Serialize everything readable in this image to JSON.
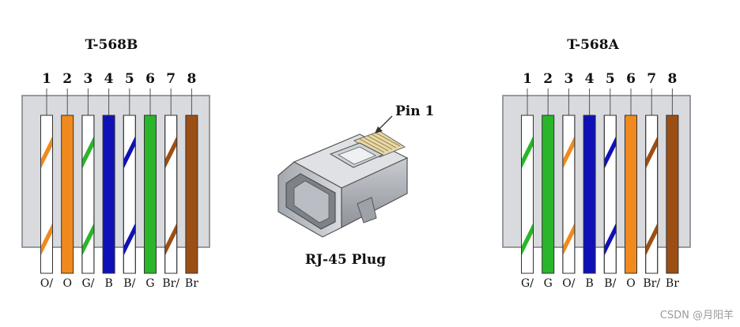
{
  "colors": {
    "orange": "#f08a1e",
    "green": "#2ab52a",
    "blue": "#1010b8",
    "brown": "#9c4f14",
    "panel": "#d9dade",
    "border": "#7c7f86"
  },
  "left": {
    "title": "T-568B",
    "pins": [
      {
        "number": "1",
        "label": "O/",
        "color": "orange",
        "striped": true
      },
      {
        "number": "2",
        "label": "O",
        "color": "orange",
        "striped": false
      },
      {
        "number": "3",
        "label": "G/",
        "color": "green",
        "striped": true
      },
      {
        "number": "4",
        "label": "B",
        "color": "blue",
        "striped": false
      },
      {
        "number": "5",
        "label": "B/",
        "color": "blue",
        "striped": true
      },
      {
        "number": "6",
        "label": "G",
        "color": "green",
        "striped": false
      },
      {
        "number": "7",
        "label": "Br/",
        "color": "brown",
        "striped": true
      },
      {
        "number": "8",
        "label": "Br",
        "color": "brown",
        "striped": false
      }
    ]
  },
  "right": {
    "title": "T-568A",
    "pins": [
      {
        "number": "1",
        "label": "G/",
        "color": "green",
        "striped": true
      },
      {
        "number": "2",
        "label": "G",
        "color": "green",
        "striped": false
      },
      {
        "number": "3",
        "label": "O/",
        "color": "orange",
        "striped": true
      },
      {
        "number": "4",
        "label": "B",
        "color": "blue",
        "striped": false
      },
      {
        "number": "5",
        "label": "B/",
        "color": "blue",
        "striped": true
      },
      {
        "number": "6",
        "label": "O",
        "color": "orange",
        "striped": false
      },
      {
        "number": "7",
        "label": "Br/",
        "color": "brown",
        "striped": true
      },
      {
        "number": "8",
        "label": "Br",
        "color": "brown",
        "striped": false
      }
    ]
  },
  "plug": {
    "label": "RJ-45 Plug",
    "pin_label": "Pin 1"
  },
  "watermark": "CSDN @月阳羊"
}
